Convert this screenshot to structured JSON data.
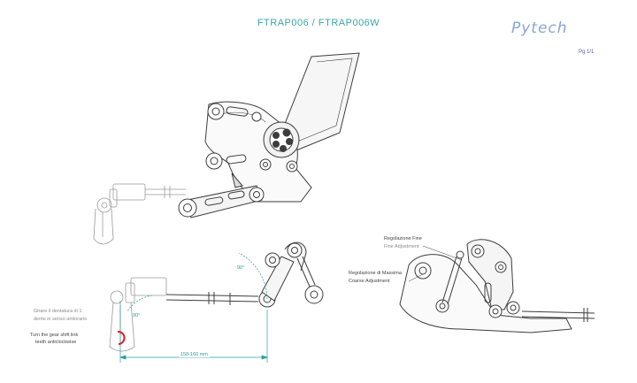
{
  "header": {
    "title": "FTRAP006 / FTRAP006W",
    "logo": "Pytech",
    "page_label": "Pg 1/1"
  },
  "left_notes": {
    "it_line1": "Girare il dentatura di 1",
    "it_line2": "dente in senso antiorario",
    "en_line1": "Turn the gear shift link",
    "en_line2": "teeth anticlockwise"
  },
  "dimensions": {
    "length": "158-160 mm",
    "angle_outer": "90°",
    "angle_inner": "90°"
  },
  "right_notes": {
    "fine_it": "Regolazione Fine",
    "fine_en": "Fine Adjustment",
    "coarse_it": "Regolazione di Massima",
    "coarse_en": "Coarse Adjustment"
  },
  "colors": {
    "line": "#3d3d3d",
    "light_line": "#9a9a9a",
    "dimension": "#2a9c9c",
    "title": "#3aa6a6",
    "highlight": "#e02020"
  }
}
